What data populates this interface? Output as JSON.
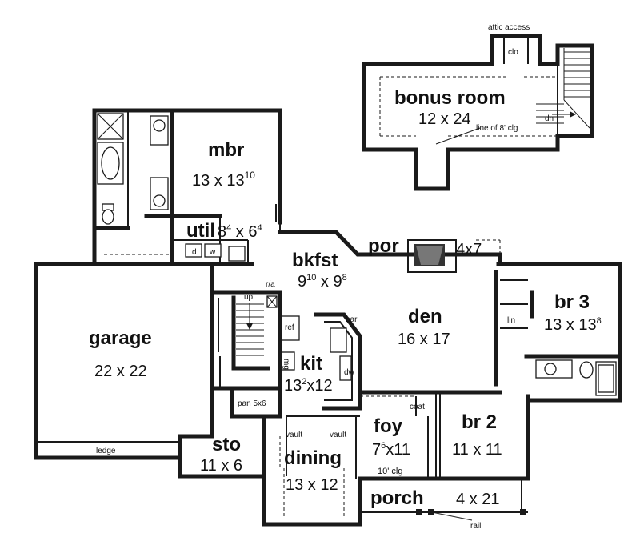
{
  "rooms": {
    "bonus": {
      "name": "bonus room",
      "dim": "12 x 24"
    },
    "mbr": {
      "name": "mbr",
      "dim_main": "13 x 13",
      "dim_sup": "10"
    },
    "util": {
      "name": "util",
      "dim_a": "8",
      "sup_a": "4",
      "dim_x": " x 6",
      "sup_b": "4"
    },
    "bkfst": {
      "name": "bkfst",
      "a": "9",
      "sup_a": "10",
      "x": " x 9",
      "sup_b": "8"
    },
    "por": {
      "name": "por",
      "dim": "4x7"
    },
    "den": {
      "name": "den",
      "dim": "16 x 17"
    },
    "br3": {
      "name": "br 3",
      "dim_main": "13 x 13",
      "dim_sup": "8"
    },
    "garage": {
      "name": "garage",
      "dim": "22 x 22"
    },
    "kit": {
      "name": "kit",
      "a": "13",
      "sup_a": "2",
      "x": "x12"
    },
    "foy": {
      "name": "foy",
      "a": "7",
      "sup_a": "6",
      "x": "x11",
      "note": "10' clg"
    },
    "br2": {
      "name": "br 2",
      "dim": "11 x 11"
    },
    "sto": {
      "name": "sto",
      "dim": "11 x 6"
    },
    "dining": {
      "name": "dining",
      "dim": "13 x 12"
    },
    "porch": {
      "name": "porch",
      "dim": "4 x 21"
    }
  },
  "notes": {
    "attic_access": "attic access",
    "clo": "clo",
    "dn": "dn",
    "line_clg": "line of 8' clg",
    "up": "up",
    "ra": "r/a",
    "ref": "ref",
    "bar": "bar",
    "mg": "mg",
    "dw": "dw",
    "lin": "lin",
    "coat": "coat",
    "pan": "pan 5x6",
    "vault1": "vault",
    "vault2": "vault",
    "ledge": "ledge",
    "rail": "rail",
    "d": "d",
    "w": "w"
  }
}
